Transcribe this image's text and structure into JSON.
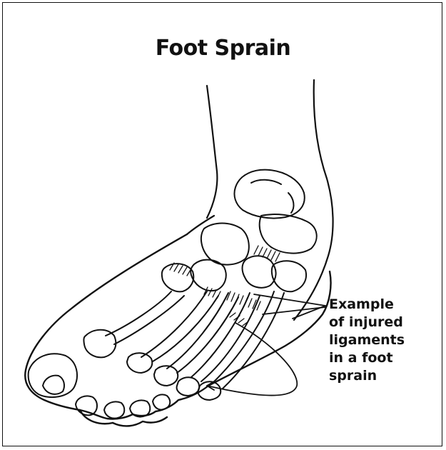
{
  "title": "Foot Sprain",
  "callout": {
    "lines": [
      "Example",
      "of injured",
      "ligaments",
      "in a foot",
      "sprain"
    ]
  },
  "colors": {
    "ink": "#111111",
    "background": "#ffffff"
  }
}
